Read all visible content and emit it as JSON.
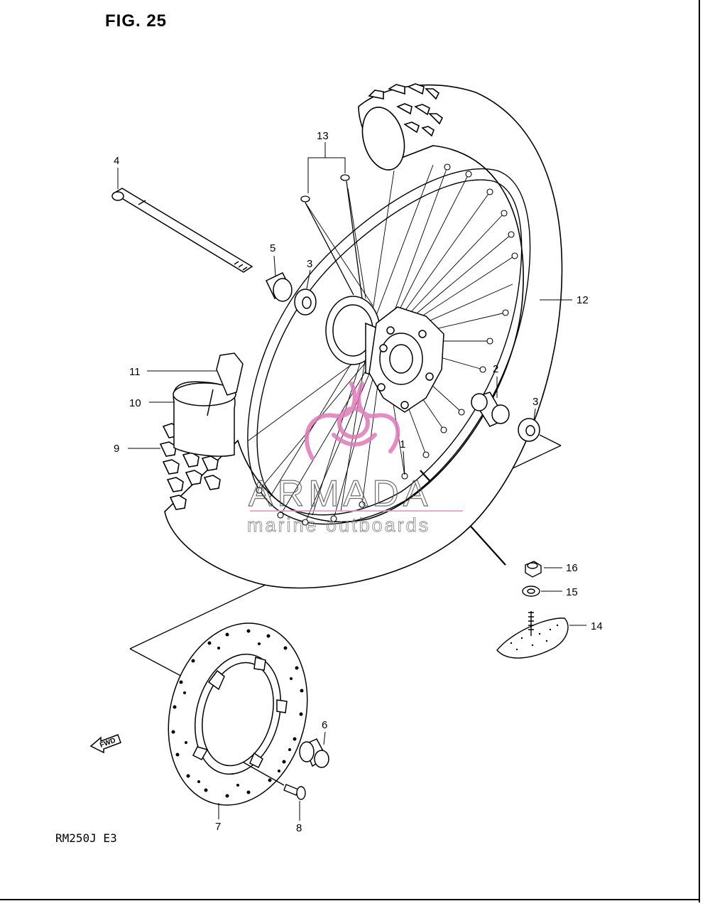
{
  "figure": {
    "title": "FIG. 25",
    "model": "RM250J  E3"
  },
  "callouts": [
    {
      "id": "1",
      "label": "1"
    },
    {
      "id": "2",
      "label": "2"
    },
    {
      "id": "3a",
      "label": "3"
    },
    {
      "id": "3b",
      "label": "3"
    },
    {
      "id": "4",
      "label": "4"
    },
    {
      "id": "5",
      "label": "5"
    },
    {
      "id": "6",
      "label": "6"
    },
    {
      "id": "7",
      "label": "7"
    },
    {
      "id": "8",
      "label": "8"
    },
    {
      "id": "9",
      "label": "9"
    },
    {
      "id": "10",
      "label": "10"
    },
    {
      "id": "11",
      "label": "11"
    },
    {
      "id": "12",
      "label": "12"
    },
    {
      "id": "13",
      "label": "13"
    },
    {
      "id": "14",
      "label": "14"
    },
    {
      "id": "15",
      "label": "15"
    },
    {
      "id": "16",
      "label": "16"
    }
  ],
  "direction_badge": {
    "label": "FWD",
    "icon": "fwd-arrow-icon"
  },
  "watermark": {
    "brand": "ARMADA",
    "tagline": "marine outboards",
    "accent_color": "#e07ab8",
    "line_color": "#e89ac8"
  },
  "colors": {
    "ink": "#000000",
    "paper": "#ffffff"
  }
}
